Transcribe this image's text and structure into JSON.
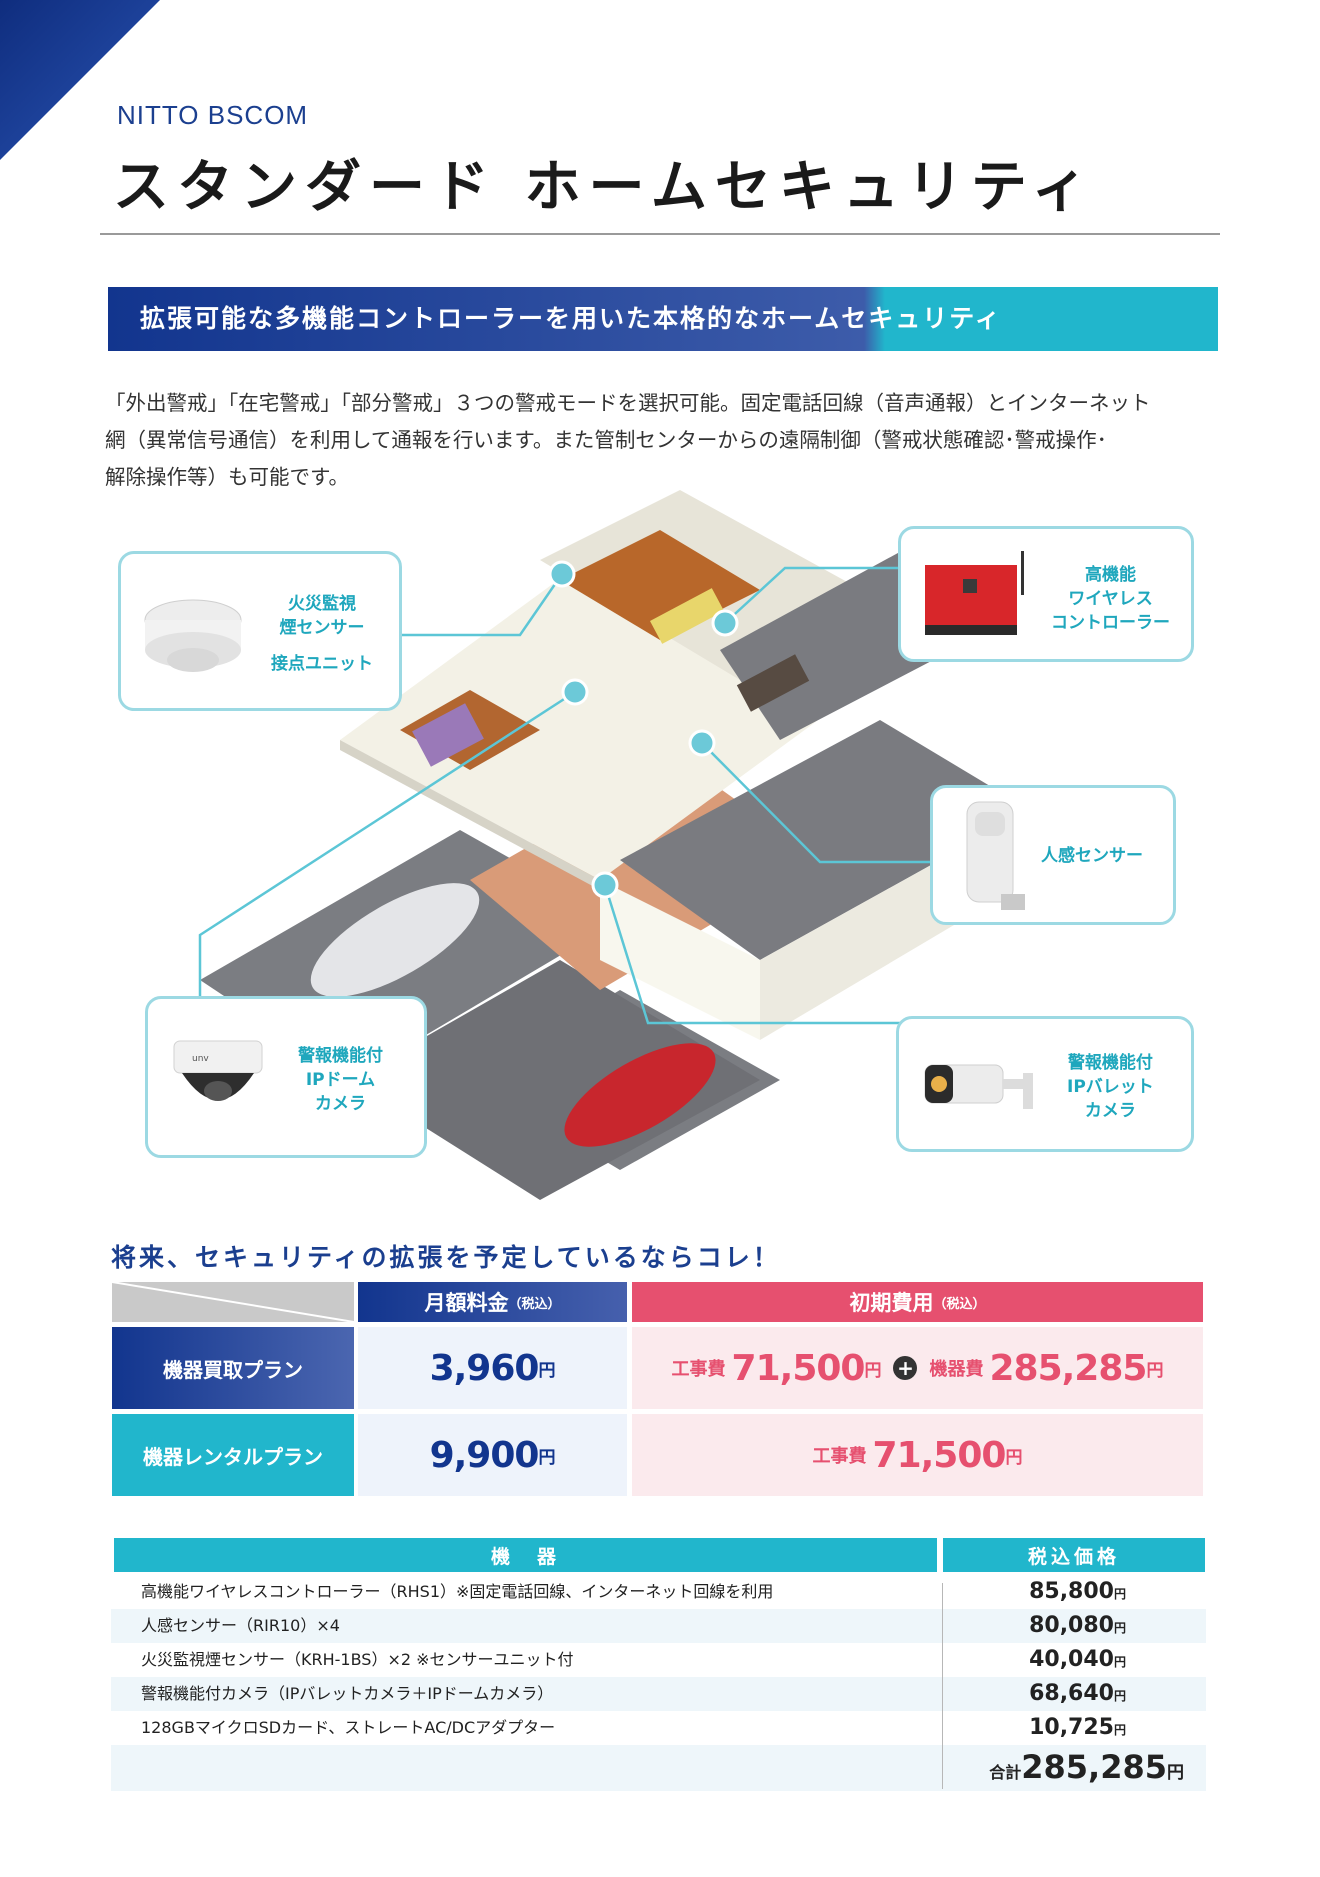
{
  "brand": "NITTO BSCOM",
  "title": "スタンダード ホームセキュリティ",
  "banner": "拡張可能な多機能コントローラーを用いた本格的なホームセキュリティ",
  "intro": [
    "「外出警戒」「在宅警戒」「部分警戒」３つの警戒モードを選択可能。固定電話回線（音声通報）とインターネット",
    "網（異常信号通信）を利用して通報を行います。また管制センターからの遠隔制御（警戒状態確認･警戒操作･",
    "解除操作等）も可能です。"
  ],
  "callouts": {
    "smoke": [
      "火災監視",
      "煙センサー",
      "接点ユニット"
    ],
    "controller": [
      "高機能",
      "ワイヤレス",
      "コントローラー"
    ],
    "motion": [
      "人感センサー"
    ],
    "dome": [
      "警報機能付",
      "IPドーム",
      "カメラ"
    ],
    "bullet": [
      "警報機能付",
      "IPバレット",
      "カメラ"
    ],
    "dome_brand": "unv"
  },
  "subhead": "将来、セキュリティの拡張を予定しているならコレ！",
  "pricing": {
    "monthly_header": "月額料金",
    "initial_header": "初期費用",
    "tax_note": "（税込）",
    "yen": "円",
    "construction_label": "工事費",
    "equipment_label": "機器費",
    "plans": [
      {
        "name": "機器買取プラン",
        "monthly": "3,960",
        "construction": "71,500",
        "equipment": "285,285"
      },
      {
        "name": "機器レンタルプラン",
        "monthly": "9,900",
        "construction": "71,500"
      }
    ]
  },
  "equipment": {
    "header_item": "機　器",
    "header_price": "税込価格",
    "rows": [
      {
        "name": "高機能ワイヤレスコントローラー（RHS1）※固定電話回線、インターネット回線を利用",
        "price": "85,800"
      },
      {
        "name": "人感センサー（RIR10）×4",
        "price": "80,080"
      },
      {
        "name": "火災監視煙センサー（KRH-1BS）×2 ※センサーユニット付",
        "price": "40,040"
      },
      {
        "name": "警報機能付カメラ（IPバレットカメラ＋IPドームカメラ）",
        "price": "68,640"
      },
      {
        "name": "128GBマイクロSDカード、ストレートAC/DCアダプター",
        "price": "10,725"
      }
    ],
    "total_label": "合計",
    "total": "285,285"
  },
  "colors": {
    "navy": "#12358e",
    "teal": "#21b6cc",
    "pink": "#e6506f",
    "callout_border": "#9cd9e3"
  }
}
